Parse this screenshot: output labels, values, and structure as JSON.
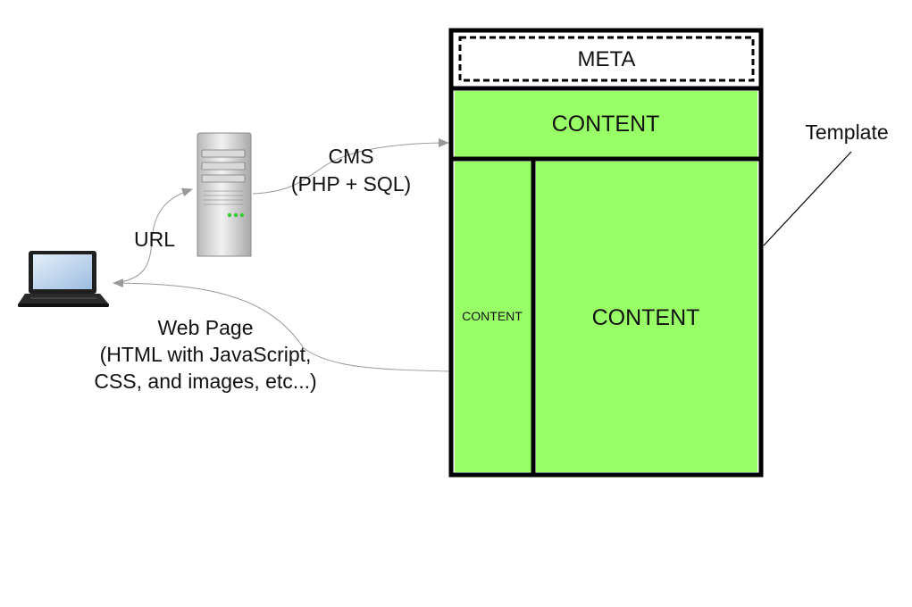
{
  "labels": {
    "cms_line1": "CMS",
    "cms_line2": "(PHP + SQL)",
    "url": "URL",
    "webpage_line1": "Web Page",
    "webpage_line2": "(HTML with JavaScript,",
    "webpage_line3": "CSS, and images, etc...)",
    "template": "Template"
  },
  "template_regions": {
    "meta": "META",
    "content_top": "CONTENT",
    "content_sidebar": "CONTENT",
    "content_main": "CONTENT"
  },
  "colors": {
    "content_fill": "#99ff66",
    "border": "#000000",
    "arrow": "#999999"
  },
  "icons": {
    "client": "laptop-icon",
    "server": "server-tower-icon"
  }
}
